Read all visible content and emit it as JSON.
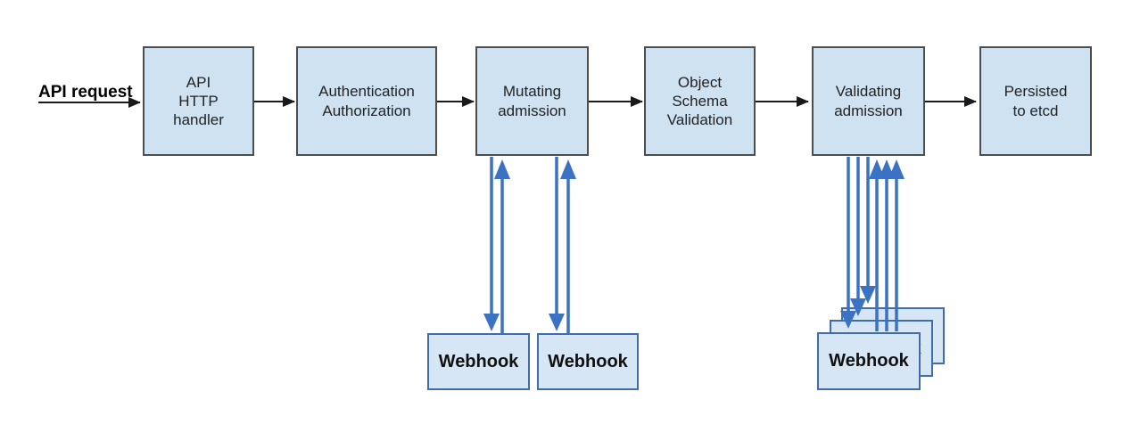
{
  "diagram": {
    "request_label": "API request",
    "pipeline": [
      {
        "id": "api-http-handler",
        "label": "API\nHTTP\nhandler"
      },
      {
        "id": "authentication-authorization",
        "label": "Authentication\nAuthorization"
      },
      {
        "id": "mutating-admission",
        "label": "Mutating\nadmission"
      },
      {
        "id": "object-schema-validation",
        "label": "Object\nSchema\nValidation"
      },
      {
        "id": "validating-admission",
        "label": "Validating\nadmission"
      },
      {
        "id": "persisted-to-etcd",
        "label": "Persisted\nto etcd"
      }
    ],
    "mutating_webhooks": [
      {
        "label": "Webhook"
      },
      {
        "label": "Webhook"
      }
    ],
    "validating_webhooks": [
      {
        "label": "Webhook"
      },
      {
        "label": "Webhook"
      },
      {
        "label": "Webhook"
      }
    ],
    "colors": {
      "node_fill": "#cfe2f1",
      "node_border": "#4d4d4d",
      "webhook_fill": "#d7e6f4",
      "webhook_border": "#3f6cab",
      "flow_arrow": "#1a1a1a",
      "webhook_arrow": "#3b72c3"
    }
  }
}
